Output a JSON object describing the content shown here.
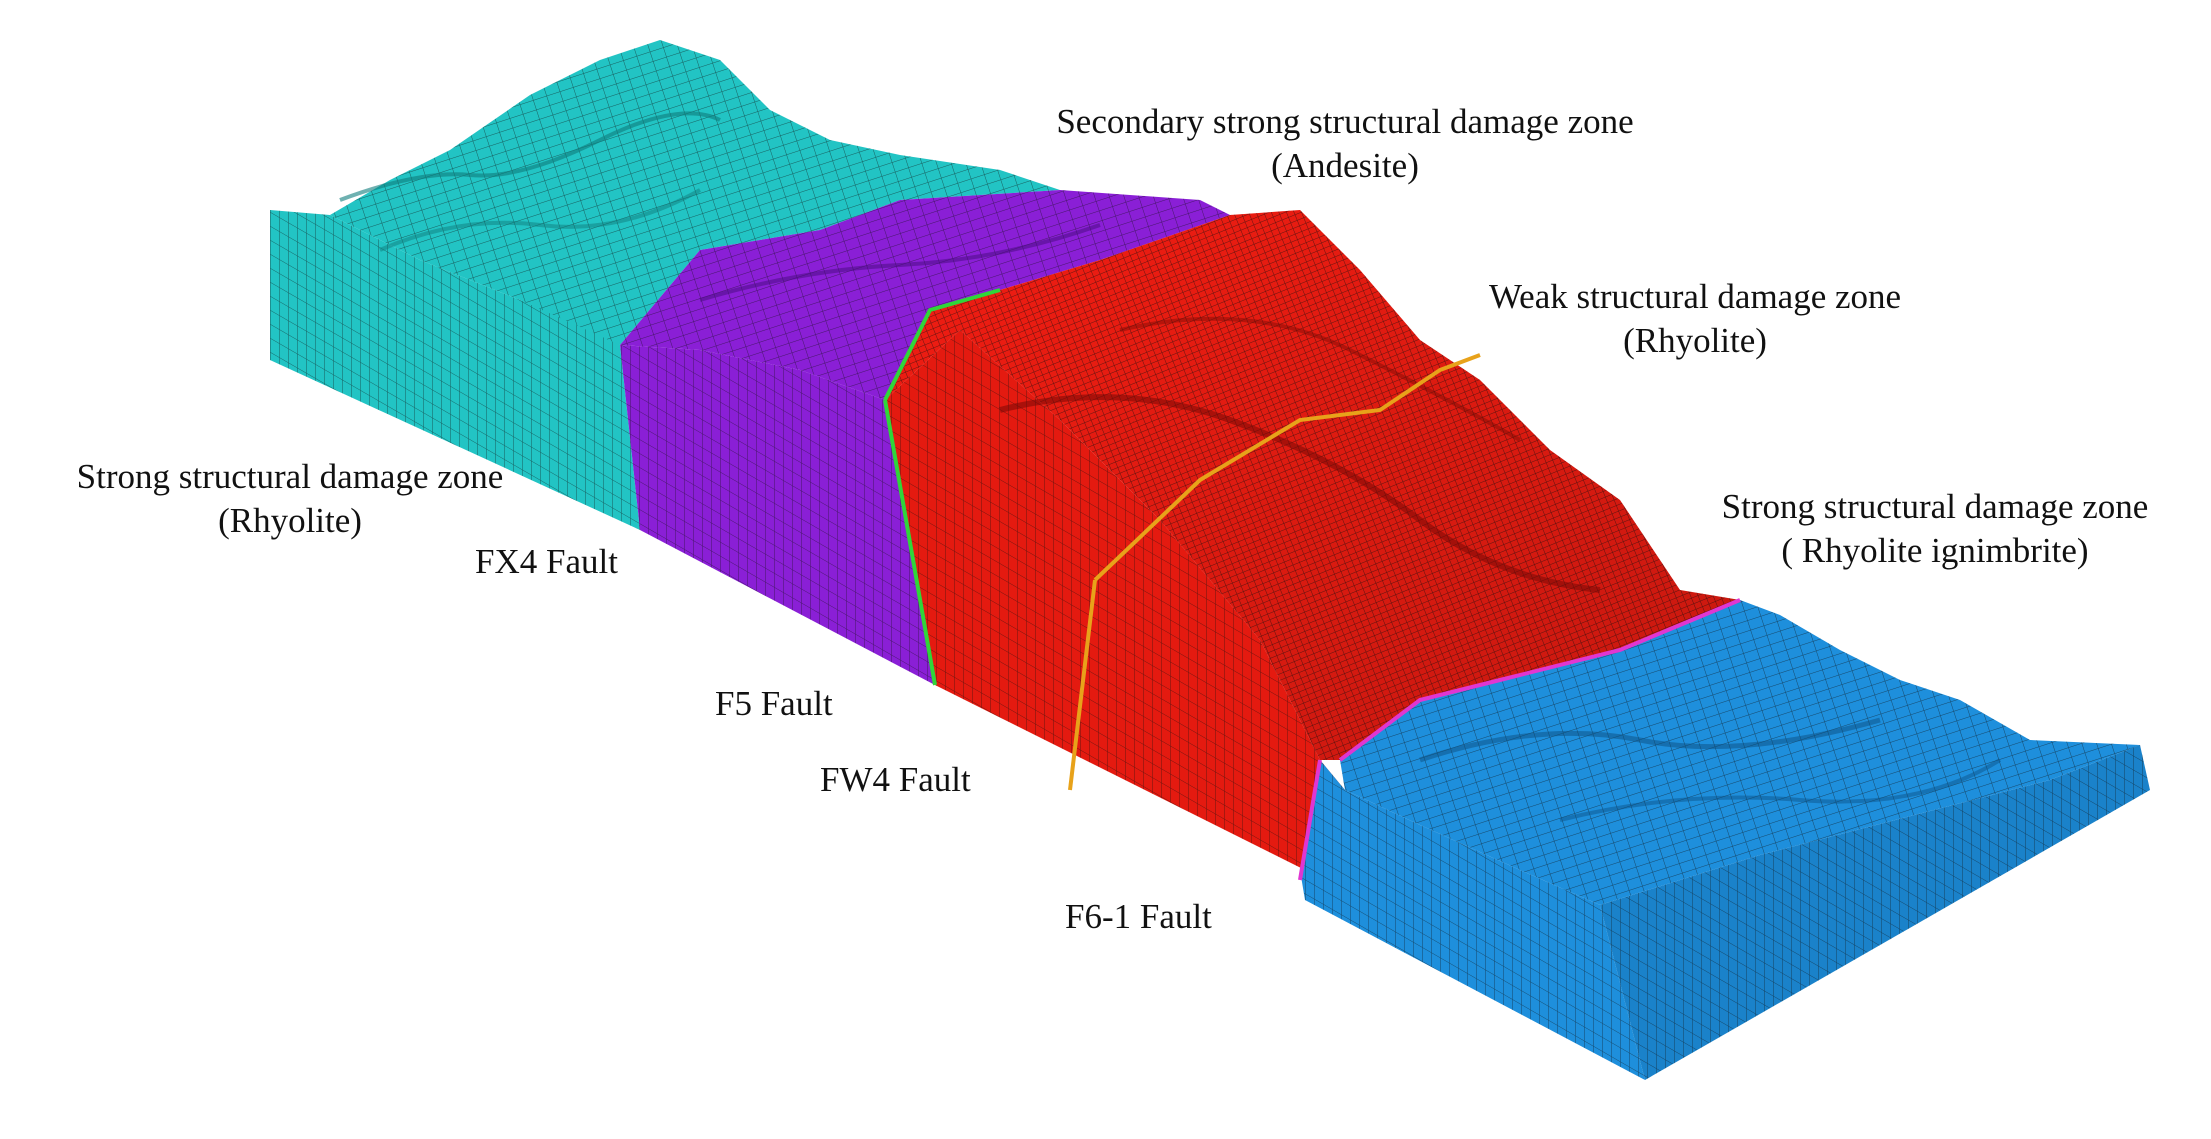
{
  "labels": {
    "secondary_zone": {
      "line1": "Secondary strong structural damage zone",
      "line2": "(Andesite)"
    },
    "weak_zone": {
      "line1": "Weak structural damage zone",
      "line2": "(Rhyolite)"
    },
    "strong_zone_left": {
      "line1": "Strong structural damage zone",
      "line2": "(Rhyolite)"
    },
    "strong_zone_right": {
      "line1": "Strong structural damage zone",
      "line2": "( Rhyolite ignimbrite)"
    },
    "fx4": "FX4 Fault",
    "f5": "F5 Fault",
    "fw4": "FW4 Fault",
    "f61": "F6-1 Fault"
  },
  "colors": {
    "cyan_zone": "#22c4c4",
    "purple_zone": "#8a1fd6",
    "red_zone": "#f21d12",
    "blue_zone": "#1e8fdc",
    "fault_green": "#2fd63a",
    "fault_orange": "#e8a21a",
    "fault_magenta": "#e036d2",
    "mesh": "#1a1a1a"
  }
}
